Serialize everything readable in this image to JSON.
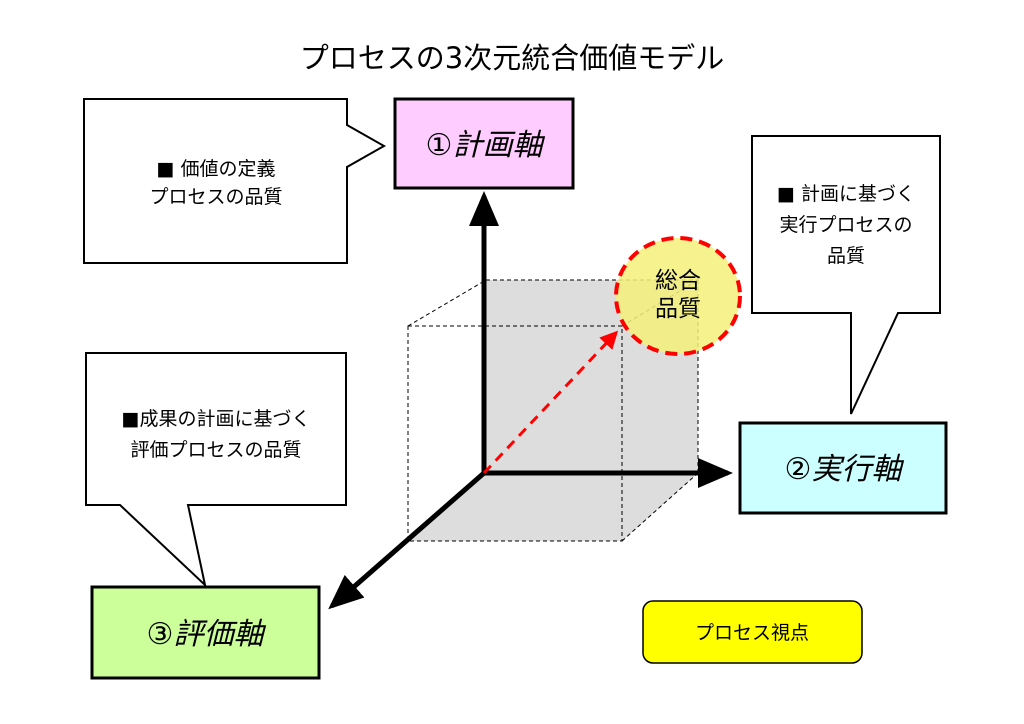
{
  "title": "プロセスの3次元統合価値モデル",
  "axes": {
    "plan": {
      "label": "①計画軸",
      "color": "#ffccff"
    },
    "execution": {
      "label": "②実行軸",
      "color": "#ccffff"
    },
    "evaluation": {
      "label": "③評価軸",
      "color": "#ccff99"
    }
  },
  "callouts": {
    "plan": {
      "line1": "■ 価値の定義",
      "line2": "プロセスの品質"
    },
    "execution": {
      "line1": "■ 計画に基づく",
      "line2": "実行プロセスの",
      "line3": "品質"
    },
    "evaluation": {
      "line1": "■成果の計画に基づく",
      "line2": "評価プロセスの品質"
    }
  },
  "total_quality": {
    "line1": "総合",
    "line2": "品質",
    "fill": "#f5f07a",
    "stroke": "#ff0000"
  },
  "viewpoint": {
    "label": "プロセス視点",
    "color": "#ffff00"
  }
}
